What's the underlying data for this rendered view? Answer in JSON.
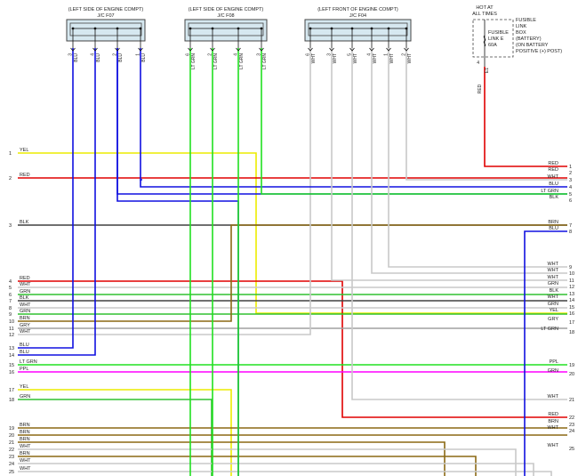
{
  "colors": {
    "yel": "#ecec00",
    "red": "#e00000",
    "wht": "#c8c8c8",
    "blu": "#1010e0",
    "ltgrn": "#20e020",
    "blk": "#404040",
    "brn": "#8b6914",
    "grn": "#30c030",
    "gry": "#a0a0a0",
    "ppl": "#ff00ff",
    "frame": "#444444",
    "connector": "#d6e8f0"
  },
  "connectors": [
    {
      "title1": "(LEFT SIDE OF ENGINE COMPT)",
      "title2": "J/C F07",
      "pins": [
        {
          "num": "3",
          "wire": "BLU",
          "color": "blu"
        },
        {
          "num": "4",
          "wire": "BLU",
          "color": "blu"
        },
        {
          "num": "2",
          "wire": "BLU",
          "color": "blu"
        },
        {
          "num": "1",
          "wire": "BLU",
          "color": "blu"
        }
      ]
    },
    {
      "title1": "(LEFT SIDE OF ENGINE COMPT)",
      "title2": "J/C F08",
      "pins": [
        {
          "num": "6",
          "wire": "LT GRN",
          "color": "ltgrn"
        },
        {
          "num": "2",
          "wire": "LT GRN",
          "color": "ltgrn"
        },
        {
          "num": "4",
          "wire": "LT GRN",
          "color": "ltgrn"
        },
        {
          "num": "3",
          "wire": "LT GRN",
          "color": "ltgrn"
        }
      ]
    },
    {
      "title1": "(LEFT FRONT OF ENGINE COMPT)",
      "title2": "J/C F04",
      "pins": [
        {
          "num": "6",
          "wire": "WHT",
          "color": "wht"
        },
        {
          "num": "3",
          "wire": "WHT",
          "color": "wht"
        },
        {
          "num": "5",
          "wire": "WHT",
          "color": "wht"
        },
        {
          "num": "4",
          "wire": "WHT",
          "color": "wht"
        },
        {
          "num": "1",
          "wire": "WHT",
          "color": "wht"
        },
        {
          "num": "2",
          "wire": "WHT",
          "color": "wht"
        }
      ]
    }
  ],
  "fuse": {
    "hot_line1": "HOT AT",
    "hot_line2": "ALL TIMES",
    "link_name": "FUSIBLE",
    "link_id": "LINK E",
    "rating": "60A",
    "desc": [
      "FUSIBLE",
      "LINK",
      "BOX",
      "(BATTERY)",
      "(ON BATTERY",
      "POSITIVE (+) POST)"
    ],
    "pin": "4",
    "pin2": "E1",
    "wire": "RED"
  },
  "left_wires": [
    {
      "num": "1",
      "label": "YEL",
      "color": "yel"
    },
    {
      "num": "2",
      "label": "RED",
      "color": "red"
    },
    {
      "num": "3",
      "label": "BLK",
      "color": "blk"
    },
    {
      "num": "4",
      "label": "RED",
      "color": "red"
    },
    {
      "num": "5",
      "label": "WHT",
      "color": "wht"
    },
    {
      "num": "6",
      "label": "GRN",
      "color": "grn"
    },
    {
      "num": "7",
      "label": "BLK",
      "color": "blk"
    },
    {
      "num": "8",
      "label": "WHT",
      "color": "wht"
    },
    {
      "num": "9",
      "label": "GRN",
      "color": "grn"
    },
    {
      "num": "10",
      "label": "BRN",
      "color": "brn"
    },
    {
      "num": "11",
      "label": "GRY",
      "color": "gry"
    },
    {
      "num": "12",
      "label": "WHT",
      "color": "wht"
    },
    {
      "num": "13",
      "label": "BLU",
      "color": "blu"
    },
    {
      "num": "14",
      "label": "BLU",
      "color": "blu"
    },
    {
      "num": "15",
      "label": "LT GRN",
      "color": "ltgrn"
    },
    {
      "num": "16",
      "label": "PPL",
      "color": "ppl"
    },
    {
      "num": "17",
      "label": "YEL",
      "color": "yel"
    },
    {
      "num": "18",
      "label": "GRN",
      "color": "grn"
    },
    {
      "num": "19",
      "label": "BRN",
      "color": "brn"
    },
    {
      "num": "20",
      "label": "BRN",
      "color": "brn"
    },
    {
      "num": "21",
      "label": "BRN",
      "color": "brn"
    },
    {
      "num": "22",
      "label": "WHT",
      "color": "wht"
    },
    {
      "num": "23",
      "label": "BRN",
      "color": "brn"
    },
    {
      "num": "24",
      "label": "WHT",
      "color": "wht"
    },
    {
      "num": "25",
      "label": "WHT",
      "color": "wht"
    }
  ],
  "right_wires": [
    {
      "num": "1",
      "label": "RED",
      "color": "red"
    },
    {
      "num": "2",
      "label": "RED",
      "color": "red"
    },
    {
      "num": "3",
      "label": "WHT",
      "color": "wht"
    },
    {
      "num": "4",
      "label": "BLU",
      "color": "blu"
    },
    {
      "num": "5",
      "label": "LT GRN",
      "color": "ltgrn"
    },
    {
      "num": "6",
      "label": "BLK",
      "color": "blk"
    },
    {
      "num": "7",
      "label": "BRN",
      "color": "brn"
    },
    {
      "num": "8",
      "label": "BLU",
      "color": "blu"
    },
    {
      "num": "9",
      "label": "WHT",
      "color": "wht"
    },
    {
      "num": "10",
      "label": "WHT",
      "color": "wht"
    },
    {
      "num": "11",
      "label": "WHT",
      "color": "wht"
    },
    {
      "num": "12",
      "label": "GRN",
      "color": "grn"
    },
    {
      "num": "13",
      "label": "BLK",
      "color": "blk"
    },
    {
      "num": "14",
      "label": "WHT",
      "color": "wht"
    },
    {
      "num": "15",
      "label": "GRN",
      "color": "grn"
    },
    {
      "num": "16",
      "label": "YEL",
      "color": "yel"
    },
    {
      "num": "17",
      "label": "GRY",
      "color": "gry"
    },
    {
      "num": "18",
      "label": "LT GRN",
      "color": "ltgrn"
    },
    {
      "num": "19",
      "label": "PPL",
      "color": "ppl"
    },
    {
      "num": "20",
      "label": "GRN",
      "color": "grn"
    },
    {
      "num": "21",
      "label": "WHT",
      "color": "wht"
    },
    {
      "num": "22",
      "label": "RED",
      "color": "red"
    },
    {
      "num": "23",
      "label": "BRN",
      "color": "brn"
    },
    {
      "num": "24",
      "label": "WHT",
      "color": "wht"
    },
    {
      "num": "25",
      "label": "WHT",
      "color": "wht"
    }
  ]
}
